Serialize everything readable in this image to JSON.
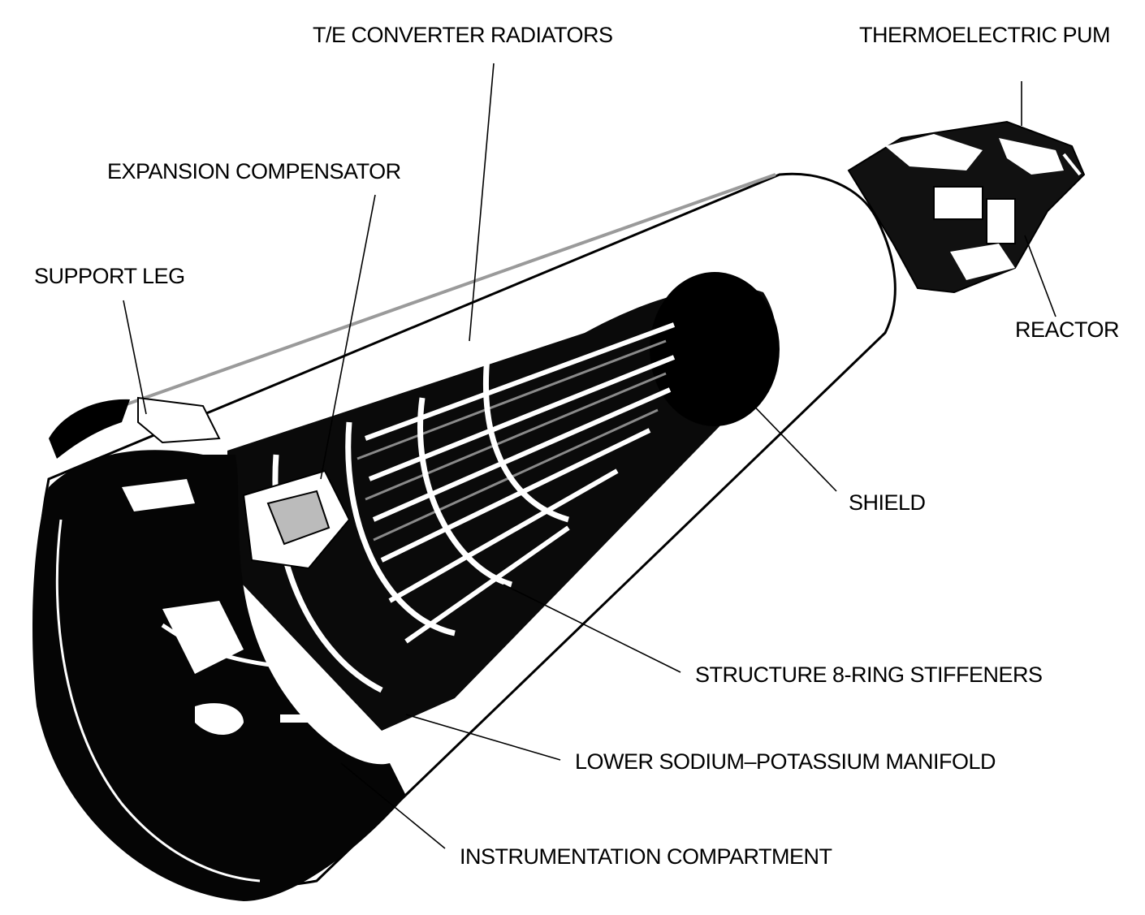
{
  "diagram": {
    "labels": {
      "te_converter_radiators": "T/E CONVERTER RADIATORS",
      "thermoelectric_pump": "THERMOELECTRIC PUM",
      "expansion_compensator": "EXPANSION COMPENSATOR",
      "support_leg": "SUPPORT LEG",
      "reactor": "REACTOR",
      "shield": "SHIELD",
      "structure_ring_stiffeners": "STRUCTURE 8-RING STIFFENERS",
      "lower_manifold": "LOWER SODIUM–POTASSIUM MANIFOLD",
      "instrumentation_compartment": "INSTRUMENTATION COMPARTMENT"
    },
    "colors": {
      "ink": "#000000",
      "paper": "#ffffff",
      "highlight": "#cfcfcf"
    }
  }
}
